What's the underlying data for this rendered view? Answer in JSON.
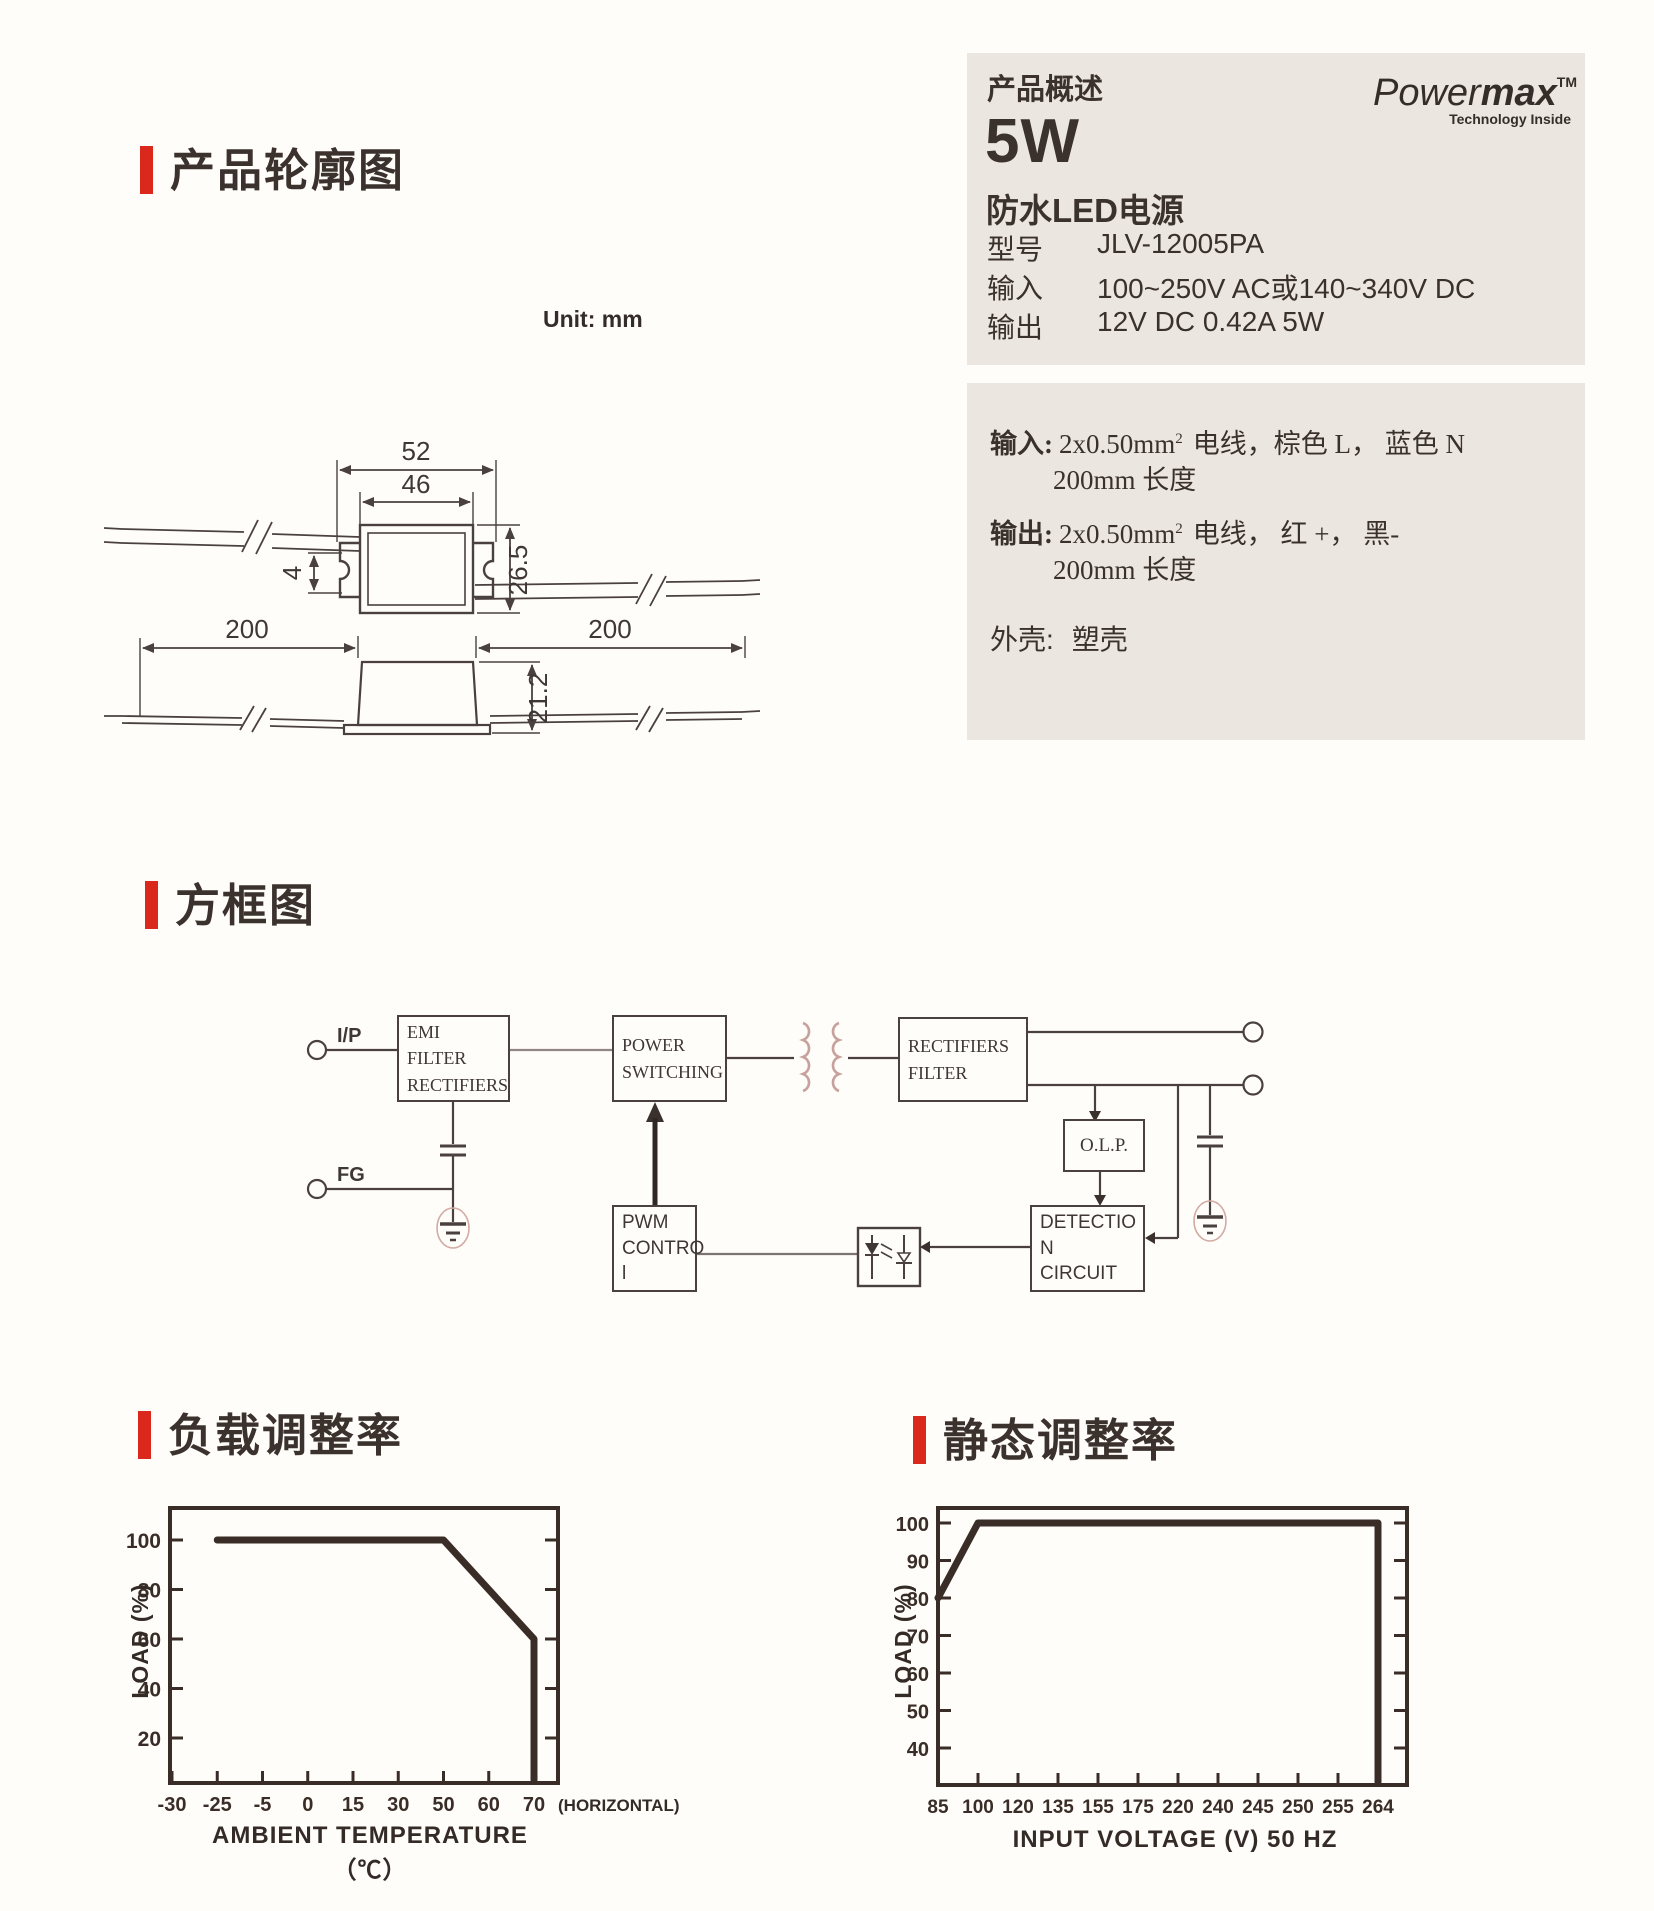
{
  "sections": {
    "outline": "产品轮廓图",
    "block": "方框图",
    "load": "负载调整率",
    "static": "静态调整率"
  },
  "overview": {
    "header": "产品概述",
    "brand": {
      "name_light": "Power",
      "name_bold": "max",
      "tm": "TM",
      "tagline": "Technology Inside"
    },
    "wattage": "5W",
    "subtitle": "防水LED电源",
    "specs": [
      {
        "label": "型号",
        "value": "JLV-12005PA"
      },
      {
        "label": "输入",
        "value": "100~250V AC或140~340V DC"
      },
      {
        "label": "输出",
        "value": "12V DC 0.42A 5W"
      }
    ]
  },
  "wiring": {
    "rows": [
      {
        "label": "输入:",
        "wire": "2x0.50mm",
        "sup": "2",
        "desc": "电线，棕色 L， 蓝色 N",
        "length": "200mm 长度"
      },
      {
        "label": "输出:",
        "wire": "2x0.50mm",
        "sup": "2",
        "desc": "电线， 红 +， 黑-",
        "length": "200mm 长度"
      }
    ],
    "shell": {
      "label": "外壳:",
      "value": "塑壳"
    }
  },
  "outline": {
    "unit": "Unit: mm",
    "dims": {
      "outer_width": "52",
      "inner_width": "46",
      "height": "26.5",
      "slot": "4",
      "lead_left": "200",
      "lead_right": "200",
      "side_height": "21.2"
    }
  },
  "blocks": {
    "ip": "I/P",
    "fg": "FG",
    "emi": [
      "EMI FILTER",
      "RECTIFIERS"
    ],
    "power": [
      "POWER",
      "SWITCHING"
    ],
    "rectifiers": [
      "RECTIFIERS",
      "FILTER"
    ],
    "olp": "O.L.P.",
    "pwm": [
      "PWM",
      "CONTRO",
      "l"
    ],
    "detection": [
      "DETECTIO",
      "N",
      "CIRCUIT"
    ]
  },
  "chart_data": [
    {
      "type": "line",
      "title": "负载调整率",
      "xlabel": "AMBIENT TEMPERATURE （℃）",
      "ylabel": "LOAD (%)",
      "x_ticks": [
        "-30",
        "-25",
        "-5",
        "0",
        "15",
        "30",
        "50",
        "60",
        "70"
      ],
      "x_note": "(HORIZONTAL)",
      "y_ticks": [
        100,
        80,
        60,
        40,
        20
      ],
      "ylim": [
        0,
        112
      ],
      "grid": false,
      "legend": false,
      "points": [
        {
          "x": "-25",
          "load": 100
        },
        {
          "x": "50",
          "load": 100
        },
        {
          "x": "70",
          "load": 60
        },
        {
          "x": "70",
          "load": 0
        }
      ]
    },
    {
      "type": "line",
      "title": "静态调整率",
      "xlabel": "INPUT VOLTAGE  (V)  50 HZ",
      "ylabel": "LOAD (%)",
      "x_ticks": [
        "85",
        "100",
        "120",
        "135",
        "155",
        "175",
        "220",
        "240",
        "245",
        "250",
        "255",
        "264"
      ],
      "y_ticks": [
        100,
        90,
        80,
        70,
        60,
        50,
        40
      ],
      "ylim": [
        30,
        104
      ],
      "grid": false,
      "legend": false,
      "points": [
        {
          "x": "85",
          "load": 80
        },
        {
          "x": "100",
          "load": 100
        },
        {
          "x": "264",
          "load": 100
        },
        {
          "x": "264",
          "load": 0
        }
      ]
    }
  ]
}
